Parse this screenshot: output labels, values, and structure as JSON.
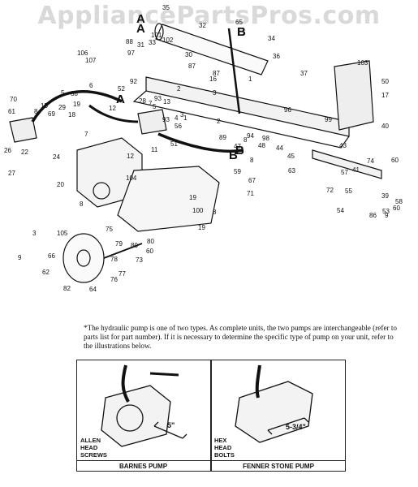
{
  "watermark": "AppliancePartsPros.com",
  "part_numbers": [
    "35",
    "A",
    "101",
    "32",
    "65",
    "B",
    "34",
    "106",
    "107",
    "97",
    "88",
    "31",
    "33",
    "102",
    "30",
    "87",
    "92",
    "36",
    "37",
    "103",
    "6",
    "87",
    "16",
    "1",
    "50",
    "52",
    "5",
    "17",
    "38",
    "70",
    "61",
    "29",
    "19",
    "15",
    "18",
    "8",
    "69",
    "A",
    "12",
    "28",
    "7",
    "5",
    "93",
    "2",
    "3",
    "13",
    "56",
    "96",
    "2",
    "94",
    "8",
    "99",
    "40",
    "43",
    "51",
    "3",
    "93",
    "1",
    "47",
    "48",
    "98",
    "89",
    "4",
    "44",
    "45",
    "24",
    "26",
    "22",
    "27",
    "7",
    "12",
    "11",
    "B",
    "8",
    "41",
    "60",
    "80",
    "71",
    "20",
    "104",
    "59",
    "67",
    "63",
    "72",
    "55",
    "54",
    "53",
    "60",
    "58",
    "39",
    "9",
    "57",
    "86",
    "8",
    "19",
    "100",
    "8",
    "19",
    "3",
    "105",
    "75",
    "79",
    "80",
    "60",
    "9",
    "62",
    "66",
    "78",
    "73",
    "82",
    "64",
    "77",
    "76",
    "74",
    "81"
  ],
  "note_text": "*The hydraulic pump is one of two types. As complete units, the two pumps are interchangeable (refer to parts list for part number). If it is necessary to determine the specific type of pump on your unit, refer to the illustrations below.",
  "panels": {
    "left": {
      "callout": "ALLEN\nHEAD\nSCREWS",
      "dimension": "5\"",
      "caption": "BARNES PUMP"
    },
    "right": {
      "callout": "HEX\nHEAD\nBOLTS",
      "dimension": "5-3/4\"",
      "caption": "FENNER STONE PUMP"
    }
  }
}
